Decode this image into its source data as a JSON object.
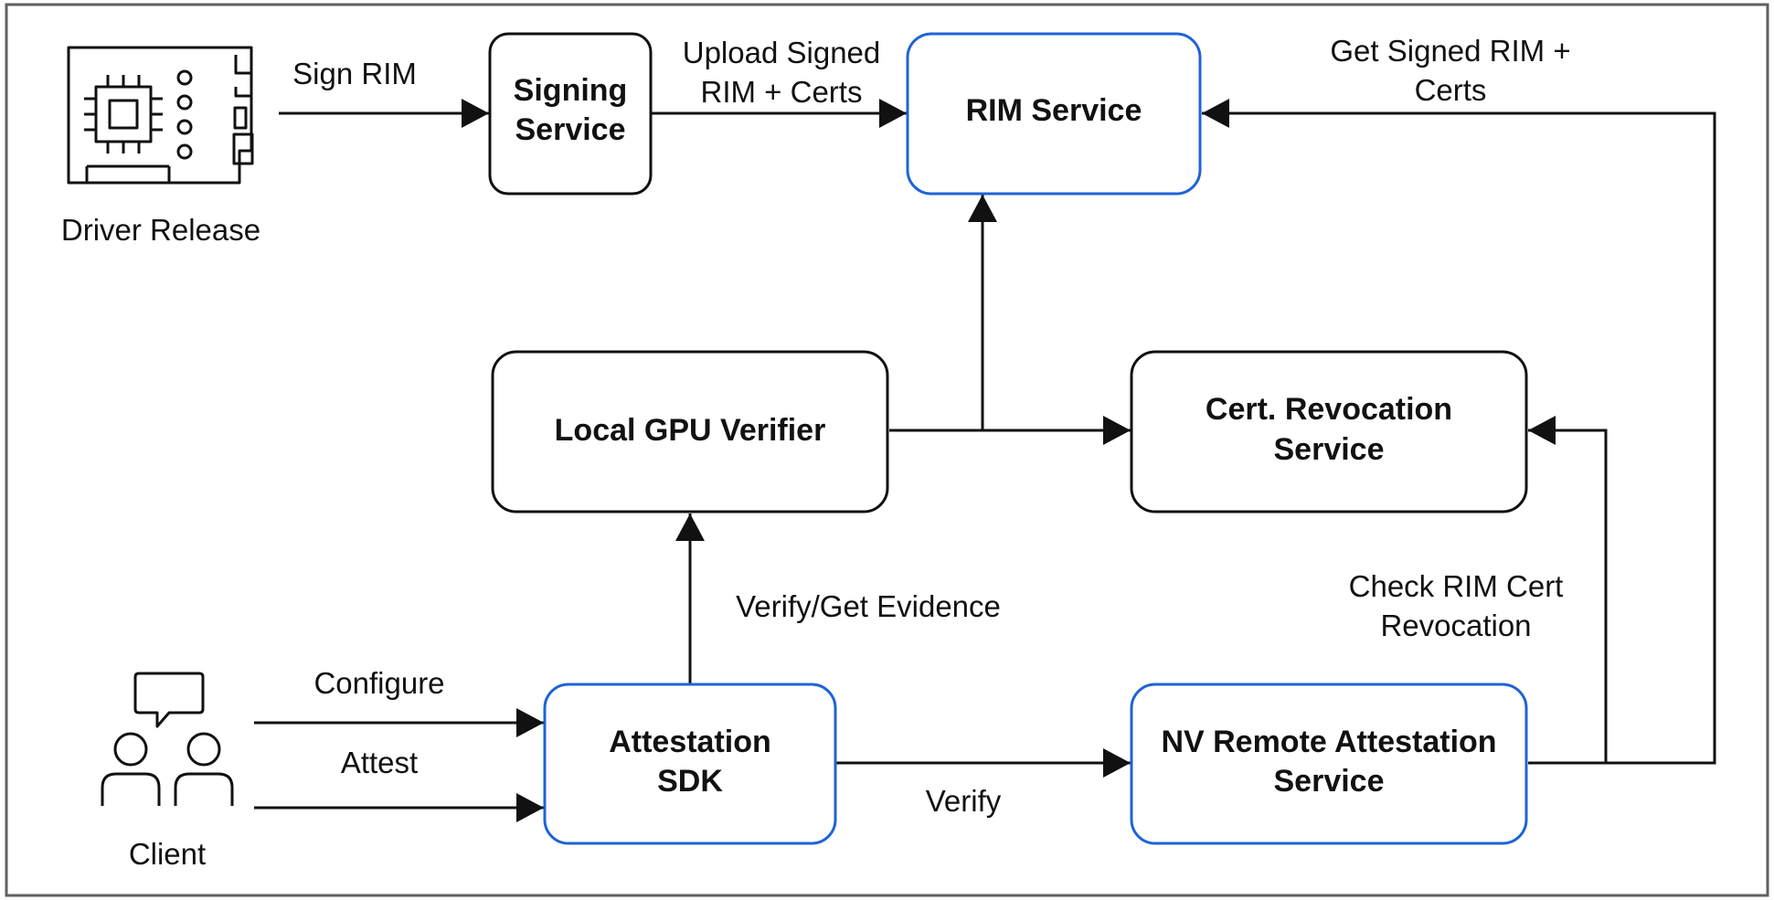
{
  "colors": {
    "border": "#5f5f5f",
    "black_box": "#111111",
    "blue_box": "#1f63d6",
    "line": "#111111"
  },
  "nodes": {
    "signing_service": [
      "Signing",
      "Service"
    ],
    "rim_service": [
      "RIM Service"
    ],
    "local_gpu_verifier": [
      "Local GPU Verifier"
    ],
    "cert_revocation_service": [
      "Cert. Revocation",
      "Service"
    ],
    "attestation_sdk": [
      "Attestation",
      "SDK"
    ],
    "nv_remote_attestation_service": [
      "NV Remote Attestation",
      "Service"
    ]
  },
  "actors": {
    "driver_release": "Driver Release",
    "client": "Client"
  },
  "icons": {
    "driver_release": "circuit-board-icon",
    "client": "two-users-chat-icon"
  },
  "edges": {
    "sign_rim": "Sign RIM",
    "upload_signed": [
      "Upload Signed",
      "RIM + Certs"
    ],
    "get_signed": [
      "Get Signed RIM +",
      "Certs"
    ],
    "verify_get_evidence": "Verify/Get Evidence",
    "check_rim_cert": [
      "Check RIM Cert",
      "Revocation"
    ],
    "configure": "Configure",
    "attest": "Attest",
    "verify": "Verify"
  }
}
